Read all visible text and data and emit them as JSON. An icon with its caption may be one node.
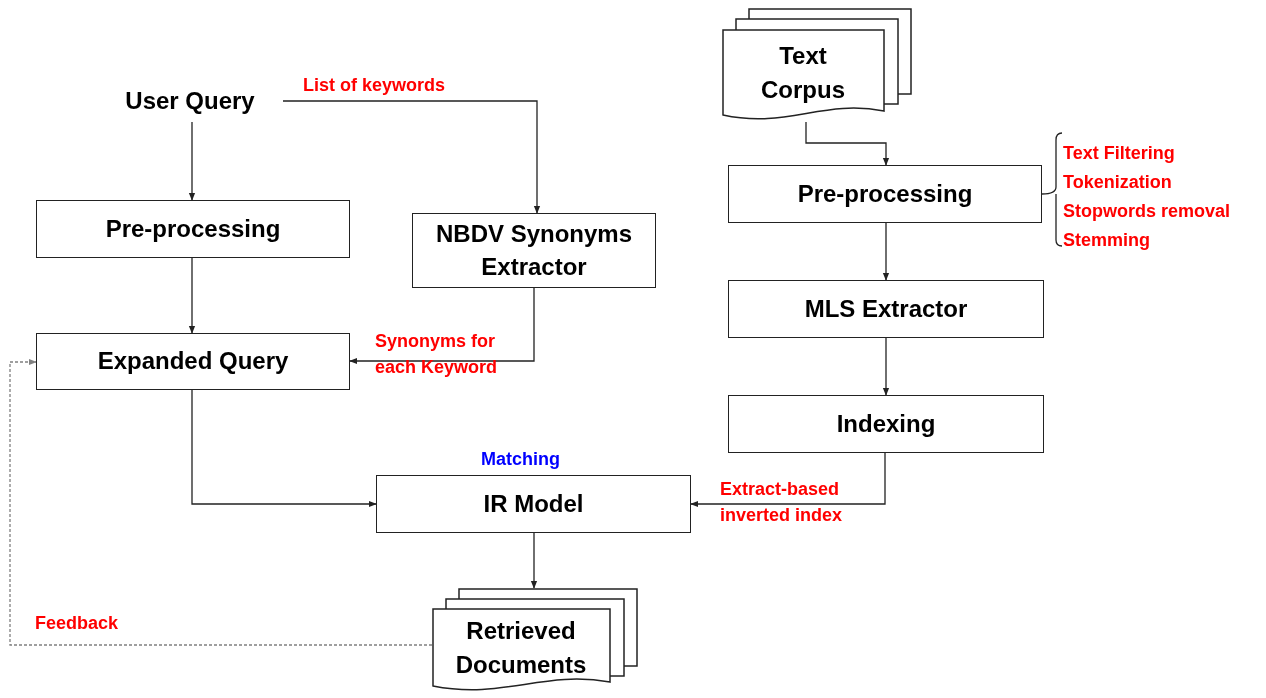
{
  "diagram": {
    "nodes": [
      {
        "text": [
          "User Query"
        ]
      },
      {
        "text": [
          "Pre-processing"
        ]
      },
      {
        "text": [
          "NBDV Synonyms Extractor"
        ]
      },
      {
        "text": [
          "Expanded Query"
        ]
      },
      {
        "text": [
          "Text Corpus"
        ]
      },
      {
        "text": [
          "Pre-processing"
        ],
        "beside": [
          "Text Filtering",
          "Tokenization",
          "Stopwords removal",
          "Stemming"
        ]
      },
      {
        "text": [
          "MLS Extractor"
        ]
      },
      {
        "text": [
          "Indexing"
        ]
      },
      {
        "text": [
          "IR Model"
        ],
        "beside": [
          "Matching"
        ]
      },
      {
        "text": [
          "Retrieved Documents"
        ]
      }
    ],
    "edges": [
      {
        "from": 0,
        "to": 1,
        "arrow": "to"
      },
      {
        "from": 0,
        "to": 2,
        "arrow": "to",
        "label": "List of keywords"
      },
      {
        "from": 1,
        "to": 3,
        "arrow": "to"
      },
      {
        "from": 2,
        "to": 3,
        "arrow": "to",
        "label": "Synonyms for each Keyword"
      },
      {
        "from": 3,
        "to": 8,
        "arrow": "to"
      },
      {
        "from": 4,
        "to": 5,
        "arrow": "to"
      },
      {
        "from": 5,
        "to": 6,
        "arrow": "to"
      },
      {
        "from": 6,
        "to": 7,
        "arrow": "to"
      },
      {
        "from": 7,
        "to": 8,
        "arrow": "to",
        "label": "Extract-based inverted index"
      },
      {
        "from": 8,
        "to": 9,
        "arrow": "to"
      },
      {
        "from": 9,
        "to": 3,
        "arrow": "to",
        "label": "Feedback",
        "style": "dashed",
        "color": "#808080"
      }
    ]
  }
}
